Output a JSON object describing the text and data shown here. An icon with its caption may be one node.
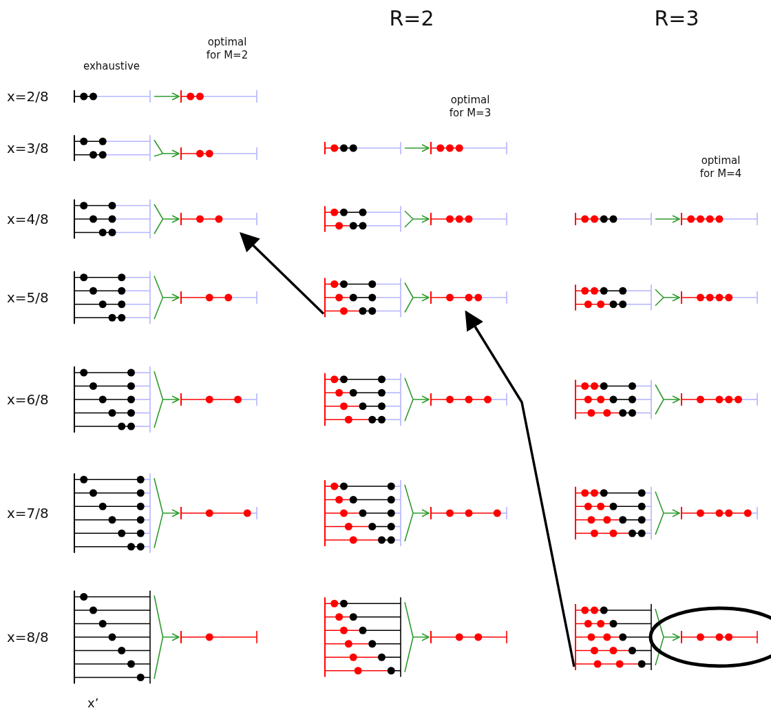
{
  "diagram": {
    "nodes": [
      {
        "text": [],
        "shape": "picture"
      },
      {
        "text": [],
        "shape": "picture"
      },
      {
        "text": [],
        "shape": "picture"
      },
      {
        "text": [],
        "shape": "picture"
      },
      {
        "text": [],
        "shape": "picture"
      },
      {
        "text": [],
        "shape": "picture"
      },
      {
        "text": [],
        "shape": "picture"
      },
      {
        "text": [],
        "shape": "picture"
      },
      {
        "text": [],
        "shape": "picture"
      },
      {
        "text": [],
        "shape": "picture"
      },
      {
        "text": [],
        "shape": "picture"
      },
      {
        "text": [],
        "shape": "picture"
      },
      {
        "text": [],
        "shape": "picture"
      },
      {
        "text": [],
        "shape": "picture"
      },
      {
        "text": [],
        "shape": "picture"
      },
      {
        "text": [],
        "shape": "picture"
      },
      {
        "text": [],
        "shape": "picture"
      },
      {
        "text": [],
        "shape": "picture"
      },
      {
        "text": [],
        "shape": "picture"
      },
      {
        "text": [],
        "shape": "picture"
      },
      {
        "text": [],
        "shape": "picture"
      },
      {
        "text": [],
        "shape": "picture"
      },
      {
        "text": [],
        "shape": "picture"
      },
      {
        "text": [],
        "shape": "picture"
      },
      {
        "text": [],
        "shape": "picture"
      },
      {
        "text": [],
        "shape": "picture"
      },
      {
        "text": [],
        "shape": "picture"
      },
      {
        "text": [],
        "shape": "picture"
      },
      {
        "text": [],
        "shape": "picture"
      },
      {
        "text": [],
        "shape": "picture"
      },
      {
        "text": [],
        "shape": "picture"
      },
      {
        "text": [],
        "shape": "picture"
      },
      {
        "text": [],
        "shape": "picture"
      },
      {
        "text": [],
        "shape": "picture"
      },
      {
        "text": [],
        "shape": "picture"
      },
      {
        "text": [],
        "shape": "picture"
      }
    ],
    "edges": [
      {
        "from": 0,
        "to": 1,
        "arrow": "to"
      },
      {
        "from": 2,
        "to": 3,
        "arrow": "to"
      },
      {
        "from": 4,
        "to": 5,
        "arrow": "to"
      },
      {
        "from": 6,
        "to": 7,
        "arrow": "to"
      },
      {
        "from": 8,
        "to": 9,
        "arrow": "to"
      },
      {
        "from": 10,
        "to": 11,
        "arrow": "to"
      },
      {
        "from": 12,
        "to": 13,
        "arrow": "to"
      },
      {
        "from": 14,
        "to": 15,
        "arrow": "to"
      },
      {
        "from": 16,
        "to": 17,
        "arrow": "to"
      },
      {
        "from": 18,
        "to": 19,
        "arrow": "to"
      },
      {
        "from": 20,
        "to": 21,
        "arrow": "to"
      },
      {
        "from": 22,
        "to": 23,
        "arrow": "to"
      },
      {
        "from": 24,
        "to": 25,
        "arrow": "to"
      },
      {
        "from": 26,
        "to": 27,
        "arrow": "to"
      },
      {
        "from": 28,
        "to": 29,
        "arrow": "to"
      },
      {
        "from": 30,
        "to": 31,
        "arrow": "to"
      },
      {
        "from": 32,
        "to": 33,
        "arrow": "to"
      },
      {
        "from": 34,
        "to": 35,
        "arrow": "to"
      },
      {
        "from": 14,
        "to": 7,
        "arrow": "to",
        "style": "thick",
        "color": "#000000"
      },
      {
        "from": 34,
        "to": 15,
        "arrow": "to",
        "style": "thick",
        "color": "#000000"
      }
    ],
    "labels": [
      "R=2",
      "R=3",
      "optimal for M=2",
      "exhaustive",
      "x=2/8",
      "optimal for M=3",
      "x=3/8",
      "optimal for M=4",
      "x=4/8",
      "x=5/8",
      "x=6/8",
      "x=7/8",
      "x=8/8",
      "x’"
    ]
  }
}
